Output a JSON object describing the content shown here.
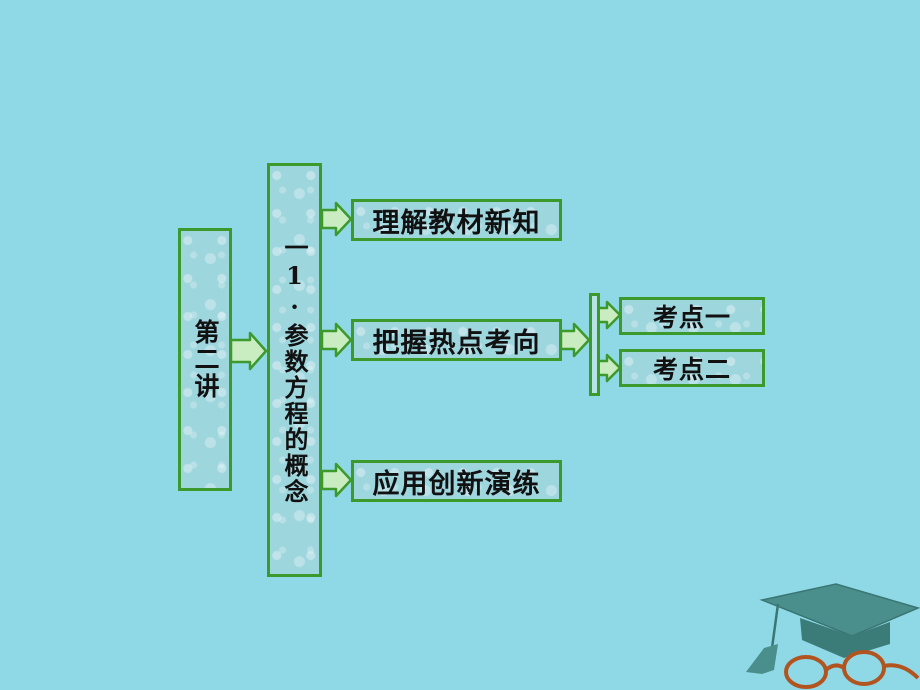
{
  "root": {
    "label": "第二讲"
  },
  "section": {
    "label": "一1·参数方程的概念"
  },
  "branches": [
    {
      "label": "理解教材新知"
    },
    {
      "label": "把握热点考向"
    },
    {
      "label": "应用创新演练"
    }
  ],
  "sub_branches": [
    {
      "label": "考点一"
    },
    {
      "label": "考点二"
    }
  ],
  "decoration": {
    "icon": "graduation-cap-icon"
  },
  "colors": {
    "background": "#8fd8e6",
    "border": "#3c9a2c",
    "box_fill": "#9ed6de"
  }
}
